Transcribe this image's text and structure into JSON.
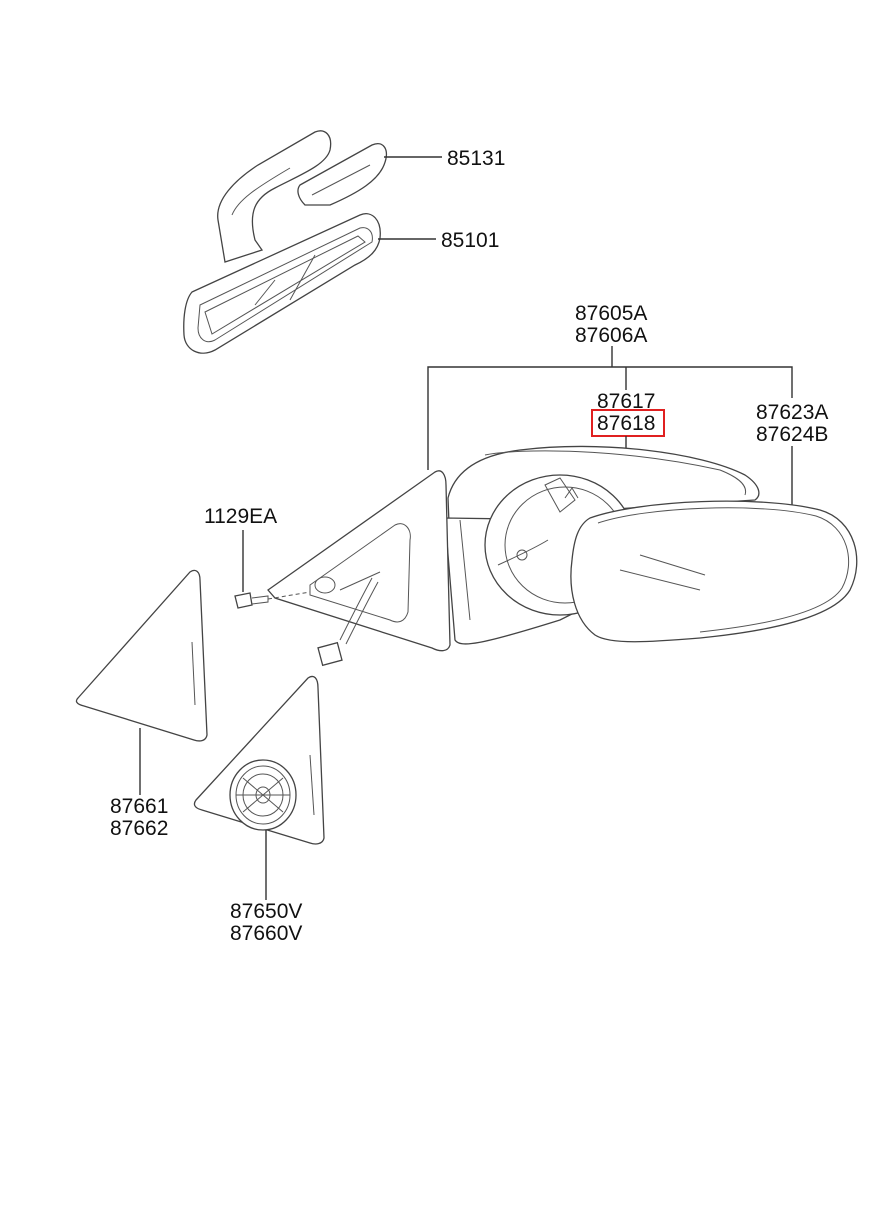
{
  "labels": {
    "p85131": "85131",
    "p85101": "85101",
    "p87605A": "87605A",
    "p87606A": "87606A",
    "p87617": "87617",
    "p87618": "87618",
    "p87623A": "87623A",
    "p87624B": "87624B",
    "p1129EA": "1129EA",
    "p87661": "87661",
    "p87662": "87662",
    "p87650V": "87650V",
    "p87660V": "87660V"
  },
  "highlighted_part": "87618",
  "colors": {
    "highlight": "#e02020",
    "line": "#333333"
  }
}
